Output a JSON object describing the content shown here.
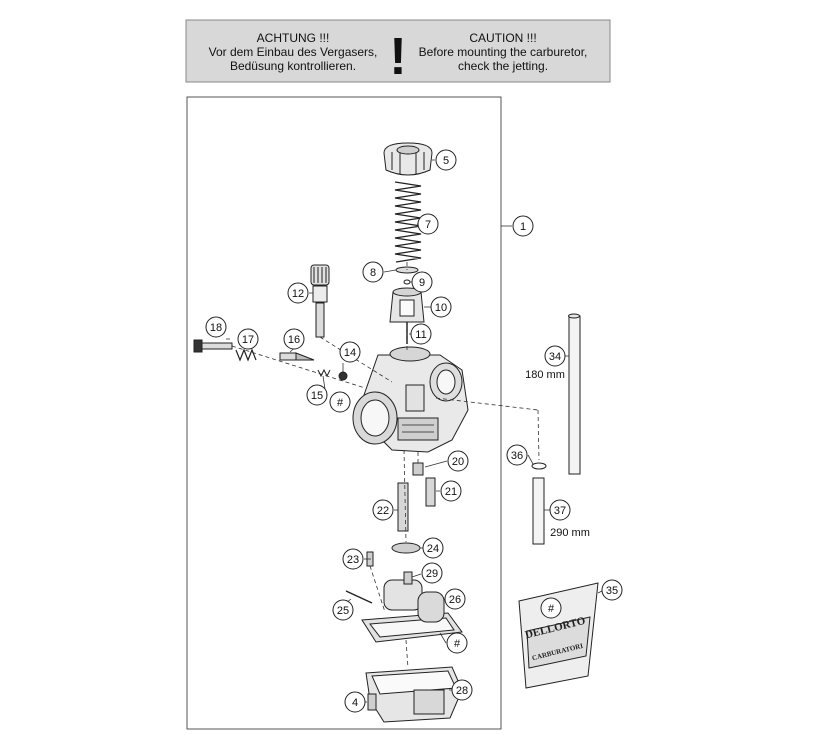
{
  "warning": {
    "de_title": "ACHTUNG !!!",
    "de_line1": "Vor dem Einbau des Vergasers,",
    "de_line2": "Bedüsung kontrollieren.",
    "symbol": "!",
    "en_title": "CAUTION !!!",
    "en_line1": "Before mounting the carburetor,",
    "en_line2": "check the jetting."
  },
  "callouts": {
    "c1": "1",
    "c4": "4",
    "c5": "5",
    "c7": "7",
    "c8": "8",
    "c9": "9",
    "c10": "10",
    "c11": "11",
    "c12": "12",
    "c14": "14",
    "c15": "15",
    "c16": "16",
    "c17": "17",
    "c18": "18",
    "c20": "20",
    "c21": "21",
    "c22": "22",
    "c23": "23",
    "c24": "24",
    "c25": "25",
    "c26": "26",
    "c28": "28",
    "c29": "29",
    "c34": "34",
    "c35": "35",
    "c36": "36",
    "c37": "37",
    "hash_a": "#",
    "hash_b": "#",
    "hash_c": "#"
  },
  "dimensions": {
    "tube_34": "180 mm",
    "tube_37": "290 mm"
  },
  "package": {
    "brand": "DELLORTO",
    "label": "CARBURATORI"
  }
}
